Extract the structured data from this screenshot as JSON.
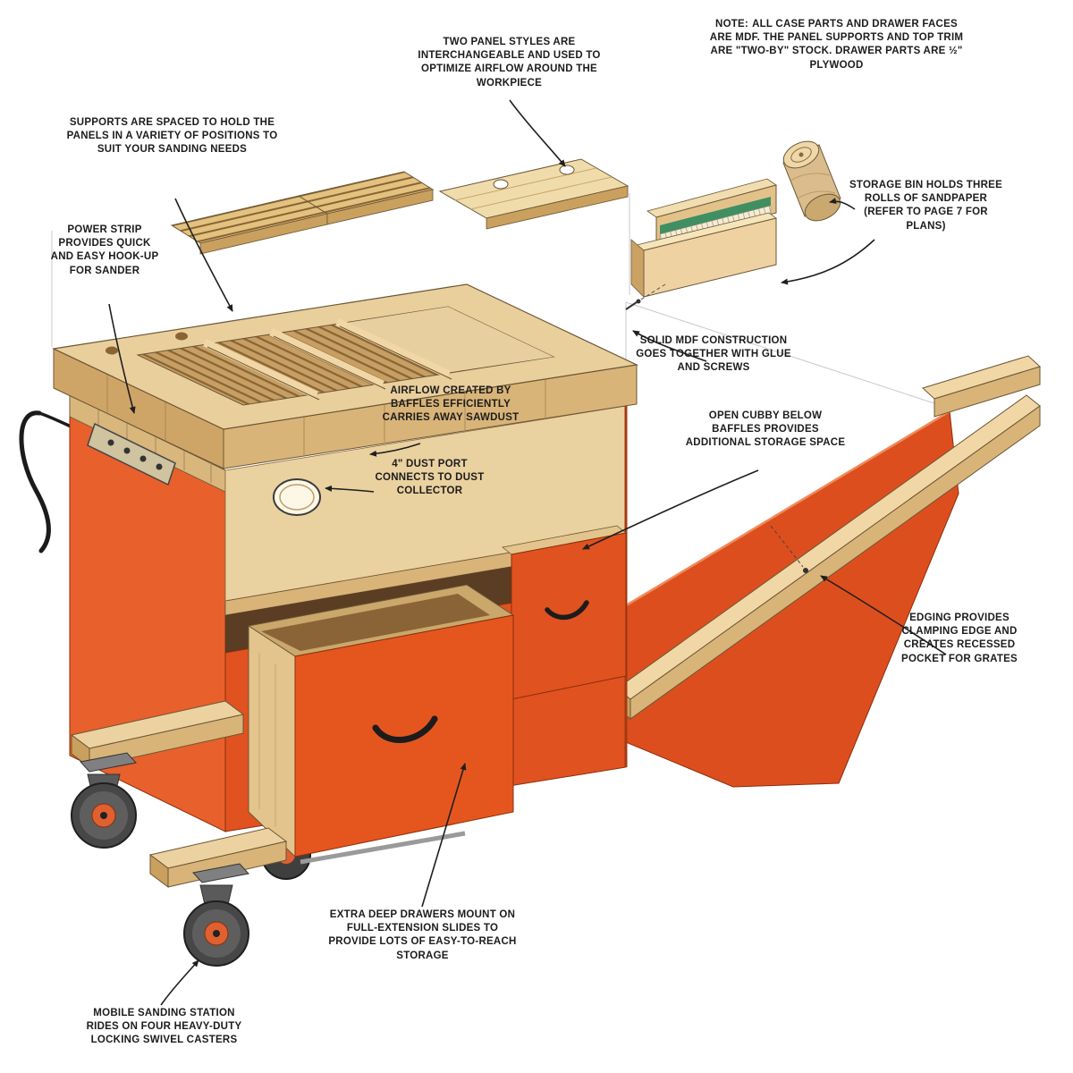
{
  "note": {
    "label": "NOTE:",
    "text": "ALL CASE PARTS AND DRAWER FACES ARE MDF. THE PANEL SUPPORTS AND TOP TRIM ARE \"TWO-BY\" STOCK. DRAWER PARTS ARE ½\" PLYWOOD"
  },
  "callouts": {
    "panel_styles": {
      "text": "TWO PANEL STYLES ARE INTERCHANGEABLE AND USED TO OPTIMIZE AIRFLOW AROUND THE WORKPIECE"
    },
    "supports": {
      "text": "SUPPORTS ARE SPACED TO HOLD THE PANELS IN A VARIETY OF POSITIONS TO SUIT YOUR SANDING NEEDS"
    },
    "power_strip": {
      "text": "POWER STRIP PROVIDES QUICK AND EASY HOOK-UP FOR SANDER"
    },
    "storage_bin": {
      "text": "STORAGE BIN HOLDS THREE ROLLS OF SANDPAPER (REFER TO PAGE 7 FOR PLANS)"
    },
    "solid_mdf": {
      "text": "SOLID MDF CONSTRUCTION GOES TOGETHER WITH GLUE AND SCREWS"
    },
    "airflow": {
      "text": "AIRFLOW CREATED BY BAFFLES EFFICIENTLY CARRIES AWAY SAWDUST"
    },
    "dust_port": {
      "text": "4\" DUST PORT CONNECTS TO DUST COLLECTOR"
    },
    "open_cubby": {
      "text": "OPEN CUBBY BELOW BAFFLES PROVIDES ADDITIONAL STORAGE SPACE"
    },
    "edging": {
      "text": "EDGING PROVIDES CLAMPING EDGE AND CREATES RECESSED POCKET FOR GRATES"
    },
    "drawers": {
      "text": "EXTRA DEEP DRAWERS MOUNT ON FULL-EXTENSION SLIDES TO PROVIDE LOTS OF EASY-TO-REACH STORAGE"
    },
    "casters": {
      "text": "MOBILE SANDING STATION RIDES ON FOUR HEAVY-DUTY LOCKING SWIVEL CASTERS"
    }
  },
  "colors": {
    "case_orange": "#e0521f",
    "wood_light": "#f0d7a5",
    "wood_mid": "#e3c48c",
    "wood_dark": "#c9a05e",
    "interior_shadow": "#5a3d22",
    "line": "#1f1f1f"
  }
}
